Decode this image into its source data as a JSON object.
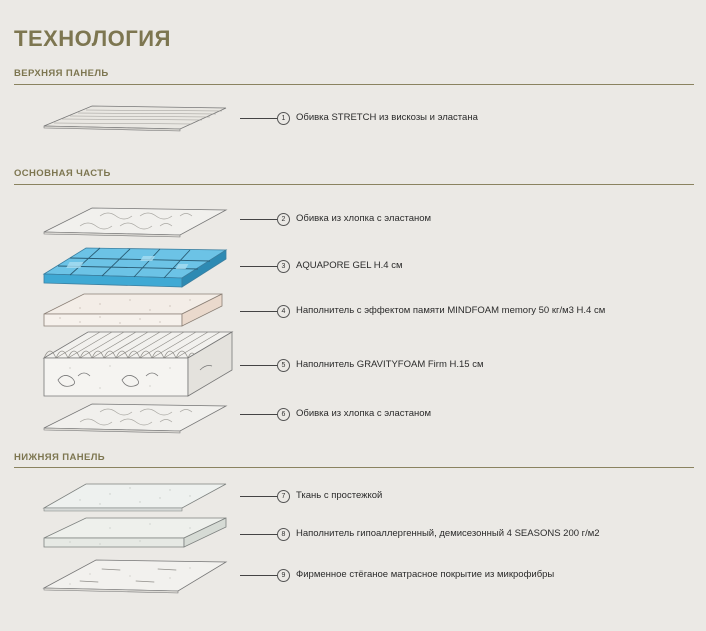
{
  "title": "ТЕХНОЛОГИЯ",
  "sections": {
    "top": {
      "label": "ВЕРХНЯЯ ПАНЕЛЬ"
    },
    "core": {
      "label": "ОСНОВНАЯ ЧАСТЬ"
    },
    "bottom": {
      "label": "НИЖНЯЯ ПАНЕЛЬ"
    }
  },
  "layers": [
    {
      "number": "1",
      "text": "Обивка STRETCH из вискозы и эластана",
      "illustration": "stretch-cover"
    },
    {
      "number": "2",
      "text": "Обивка из хлопка с эластаном",
      "illustration": "cotton-cover"
    },
    {
      "number": "3",
      "text": "AQUAPORE GEL H.4 см",
      "illustration": "gel-layer"
    },
    {
      "number": "4",
      "text": "Наполнитель с эффектом памяти MINDFOAM memory 50 кг/м3 H.4 см",
      "illustration": "memory-foam"
    },
    {
      "number": "5",
      "text": "Наполнитель GRAVITYFOAM Firm H.15 см",
      "illustration": "wave-foam-block"
    },
    {
      "number": "6",
      "text": "Обивка из хлопка с эластаном",
      "illustration": "cotton-cover"
    },
    {
      "number": "7",
      "text": "Ткань с простежкой",
      "illustration": "quilted-fabric"
    },
    {
      "number": "8",
      "text": "Наполнитель гипоаллергенный, демисезонный 4 SEASONS 200 г/м2",
      "illustration": "fiber-filler"
    },
    {
      "number": "9",
      "text": "Фирменное стёганое матрасное покрытие из микрофибры",
      "illustration": "microfiber-cover"
    }
  ],
  "colors": {
    "background": "#ebe9e5",
    "heading": "#7d7650",
    "rule": "#8a8360",
    "gel": "#3fa9d4",
    "text": "#2b2b2b"
  }
}
